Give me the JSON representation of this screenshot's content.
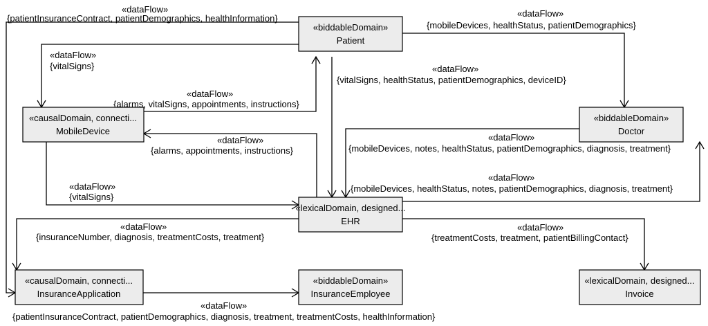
{
  "nodes": {
    "patient": {
      "stereotype": "«biddableDomain»",
      "name": "Patient"
    },
    "mobile": {
      "stereotype": "«causalDomain, connecti...",
      "name": "MobileDevice"
    },
    "doctor": {
      "stereotype": "«biddableDomain»",
      "name": "Doctor"
    },
    "ehr": {
      "stereotype": "«lexicalDomain, designed...",
      "name": "EHR"
    },
    "insapp": {
      "stereotype": "«causalDomain, connecti...",
      "name": "InsuranceApplication"
    },
    "insemp": {
      "stereotype": "«biddableDomain»",
      "name": "InsuranceEmployee"
    },
    "invoice": {
      "stereotype": "«lexicalDomain, designed...",
      "name": "Invoice"
    }
  },
  "edges": {
    "patient_insapp": {
      "stereotype": "«dataFlow»",
      "items": "{patientInsuranceContract, patientDemographics, healthInformation}"
    },
    "patient_doctor": {
      "stereotype": "«dataFlow»",
      "items": "{mobileDevices, healthStatus, patientDemographics}"
    },
    "patient_mobile": {
      "stereotype": "«dataFlow»",
      "items": "{vitalSigns}"
    },
    "mobile_patient": {
      "stereotype": "«dataFlow»",
      "items": "{alarms, vitalSigns, appointments, instructions}"
    },
    "patient_ehr": {
      "stereotype": "«dataFlow»",
      "items": "{vitalSigns, healthStatus, patientDemographics, deviceID}"
    },
    "ehr_mobile": {
      "stereotype": "«dataFlow»",
      "items": "{alarms, appointments, instructions}"
    },
    "doctor_ehr": {
      "stereotype": "«dataFlow»",
      "items": "{mobileDevices, notes, healthStatus, patientDemographics, diagnosis, treatment}"
    },
    "ehr_doctor": {
      "stereotype": "«dataFlow»",
      "items": "{mobileDevices, healthStatus, notes, patientDemographics, diagnosis, treatment}"
    },
    "mobile_ehr": {
      "stereotype": "«dataFlow»",
      "items": "{vitalSigns}"
    },
    "ehr_insapp": {
      "stereotype": "«dataFlow»",
      "items": "{insuranceNumber, diagnosis, treatmentCosts, treatment}"
    },
    "ehr_invoice": {
      "stereotype": "«dataFlow»",
      "items": "{treatmentCosts, treatment, patientBillingContact}"
    },
    "insapp_insemp": {
      "stereotype": "«dataFlow»",
      "items": "{patientInsuranceContract, patientDemographics, diagnosis, treatment, treatmentCosts, healthInformation}"
    }
  }
}
